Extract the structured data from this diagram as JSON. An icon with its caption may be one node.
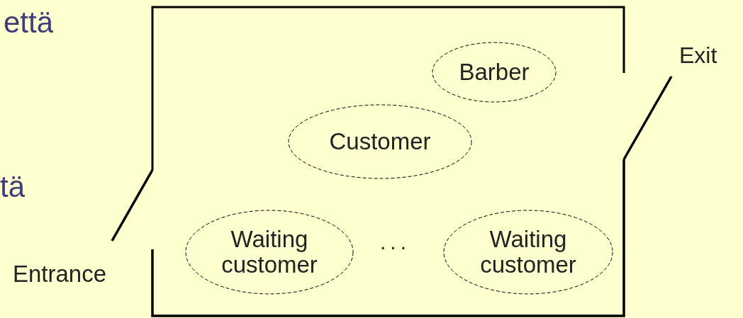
{
  "diagram": {
    "nodes": [
      {
        "text": [
          "Barber"
        ]
      },
      {
        "text": [
          "Customer"
        ]
      },
      {
        "text": [
          "Waiting customer"
        ]
      },
      {
        "text": [
          "Waiting customer"
        ]
      }
    ],
    "edges": [],
    "labels": [
      "että",
      "Exit",
      "tä",
      "Entrance",
      "..."
    ]
  }
}
